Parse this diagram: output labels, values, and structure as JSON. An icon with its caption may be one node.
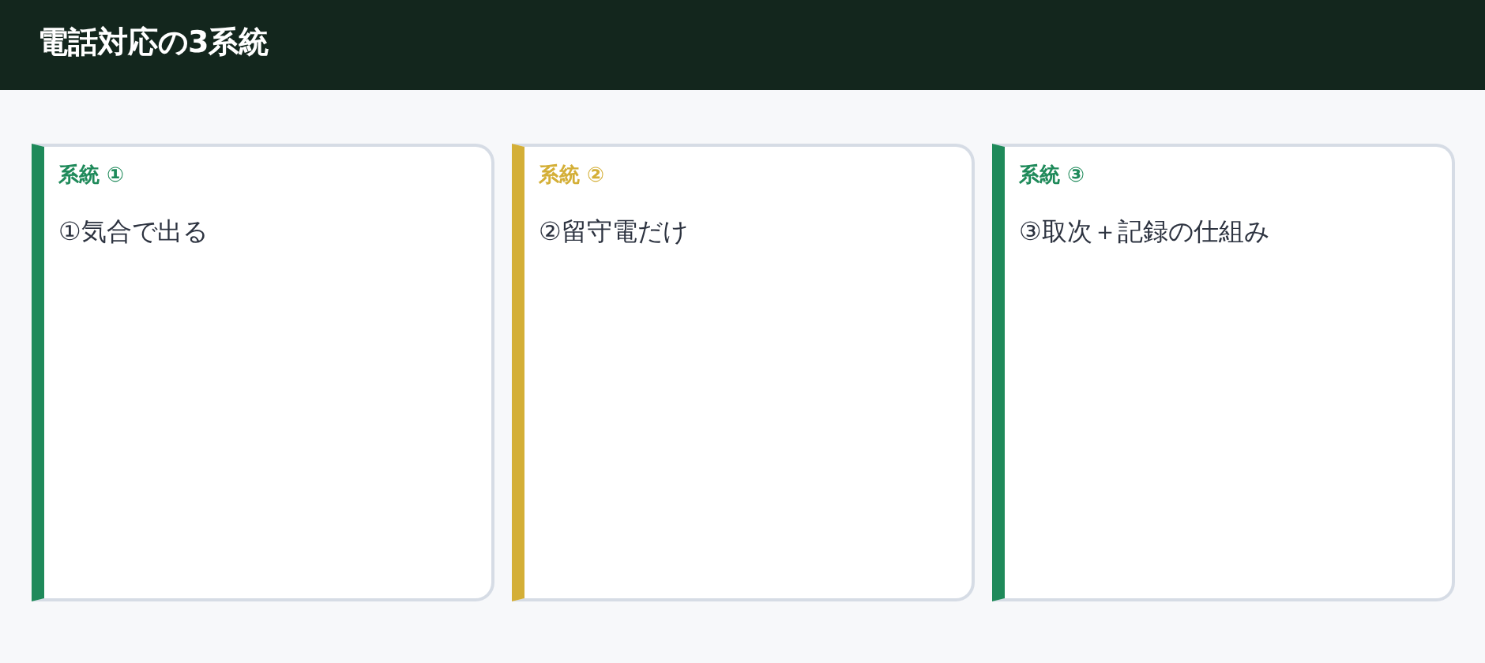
{
  "diagram": {
    "title": "電話対応の3系統",
    "nodes": [
      {
        "text": [
          "系統 ①",
          "①気合で出る"
        ]
      },
      {
        "text": [
          "系統 ②",
          "②留守電だけ"
        ]
      },
      {
        "text": [
          "系統 ③",
          "③取次＋記録の仕組み"
        ]
      }
    ]
  }
}
